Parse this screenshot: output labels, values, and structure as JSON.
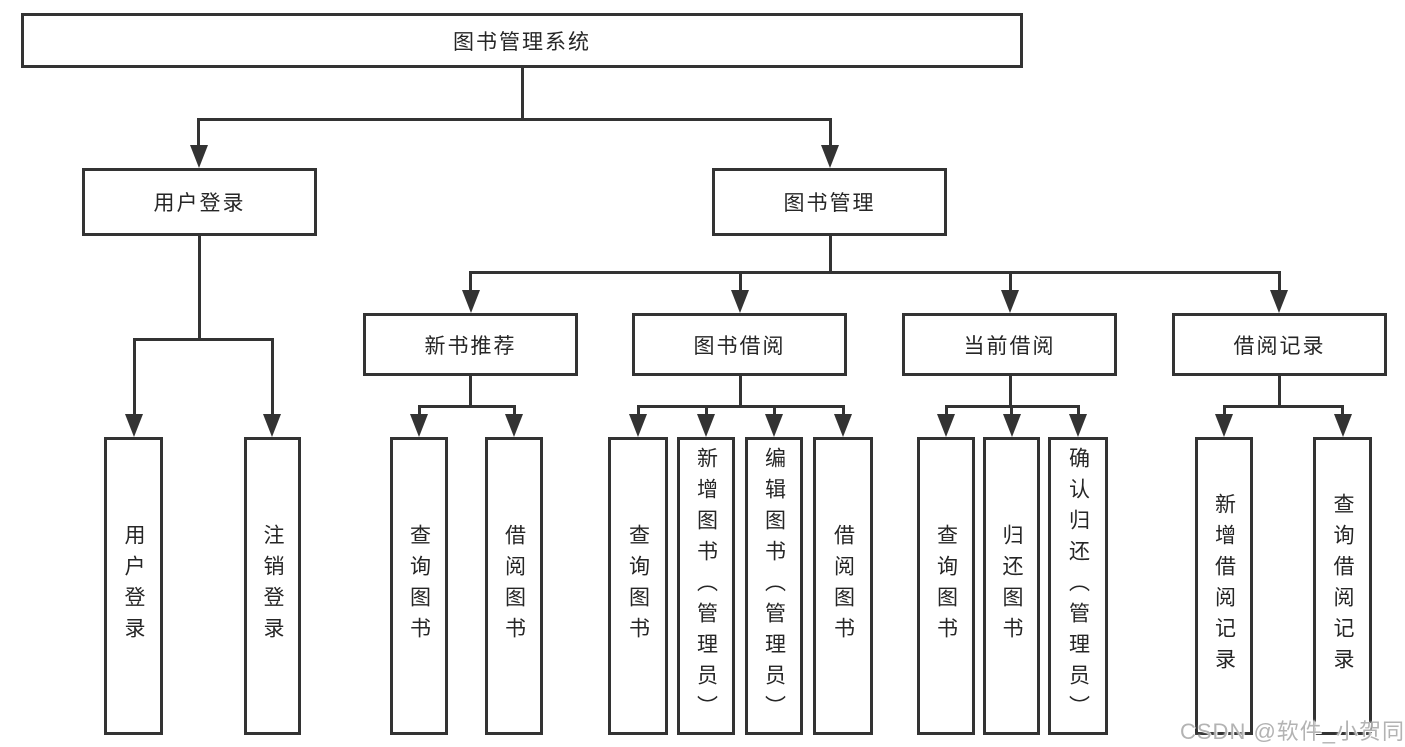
{
  "diagram": {
    "root": {
      "label": "图书管理系统"
    },
    "branches": [
      {
        "label": "用户登录",
        "children": [
          {
            "label": "用户登录"
          },
          {
            "label": "注销登录"
          }
        ]
      },
      {
        "label": "图书管理",
        "children": [
          {
            "label": "新书推荐",
            "children": [
              {
                "label": "查询图书"
              },
              {
                "label": "借阅图书"
              }
            ]
          },
          {
            "label": "图书借阅",
            "children": [
              {
                "label": "查询图书"
              },
              {
                "label": "新增图书（管理员）"
              },
              {
                "label": "编辑图书（管理员）"
              },
              {
                "label": "借阅图书"
              }
            ]
          },
          {
            "label": "当前借阅",
            "children": [
              {
                "label": "查询图书"
              },
              {
                "label": "归还图书"
              },
              {
                "label": "确认归还（管理员）"
              }
            ]
          },
          {
            "label": "借阅记录",
            "children": [
              {
                "label": "新增借阅记录"
              },
              {
                "label": "查询借阅记录"
              }
            ]
          }
        ]
      }
    ]
  },
  "watermark": {
    "text": "CSDN @软件_小贺同学"
  },
  "colors": {
    "line": "#333333",
    "text": "#262626",
    "watermark": "#b3b3b3",
    "background": "#ffffff"
  }
}
